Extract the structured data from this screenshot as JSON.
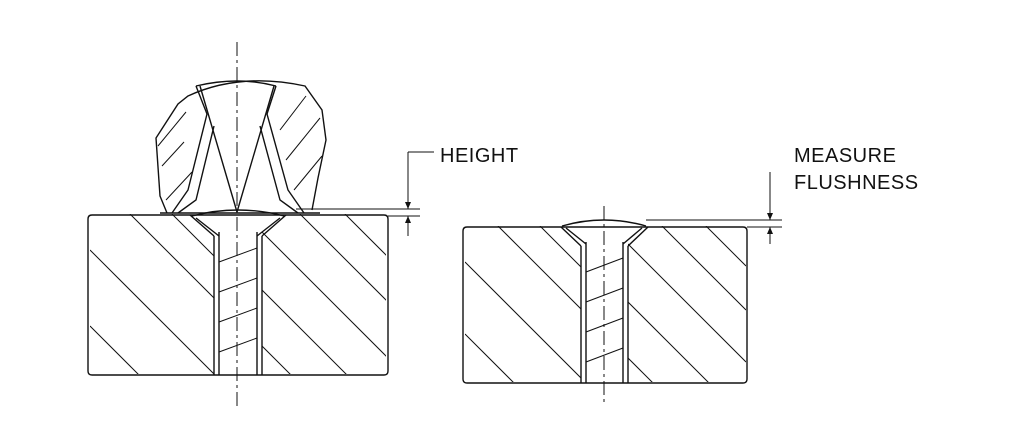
{
  "labels": {
    "height": "HEIGHT",
    "measure_line1": "MEASURE",
    "measure_line2": "FLUSHNESS"
  },
  "colors": {
    "line": "#111111",
    "background": "#ffffff"
  }
}
